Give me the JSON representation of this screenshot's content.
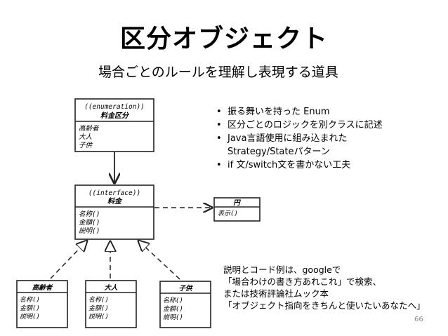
{
  "title": "区分オブジェクト",
  "subtitle": "場合ごとのルールを理解し表現する道具",
  "bullets": [
    {
      "text": "振る舞いを持った Enum"
    },
    {
      "text": "区分ごとのロジックを別クラスに記述"
    },
    {
      "text": "Java言語使用に組み込まれた"
    },
    {
      "text": "Strategy/Stateパターン",
      "continuation": true
    },
    {
      "text": "if 文/switch文を書かない工夫"
    }
  ],
  "note": [
    "説明とコード例は、googleで",
    "「場合わけの書き方あれこれ」で検索、",
    "または技術評論社ムック本",
    "「オブジェクト指向をきちんと使いたいあなたへ」"
  ],
  "page_number": "66",
  "diagram": {
    "enum_box": {
      "stereotype": "((enumeration))",
      "name": "料金区分",
      "items": [
        "高齢者",
        "大人",
        "子供"
      ]
    },
    "interface_box": {
      "stereotype": "((interface))",
      "name": "料金",
      "methods": [
        "名称()",
        "金額()",
        "説明()"
      ]
    },
    "yen_box": {
      "name": "円",
      "methods": [
        "表示()"
      ]
    },
    "impl_boxes": [
      {
        "name": "高齢者",
        "methods": [
          "名称()",
          "金額()",
          "説明()"
        ]
      },
      {
        "name": "大人",
        "methods": [
          "名称()",
          "金額()",
          "説明()"
        ]
      },
      {
        "name": "子供",
        "methods": [
          "名称()",
          "金額()",
          "説明()"
        ]
      }
    ]
  }
}
